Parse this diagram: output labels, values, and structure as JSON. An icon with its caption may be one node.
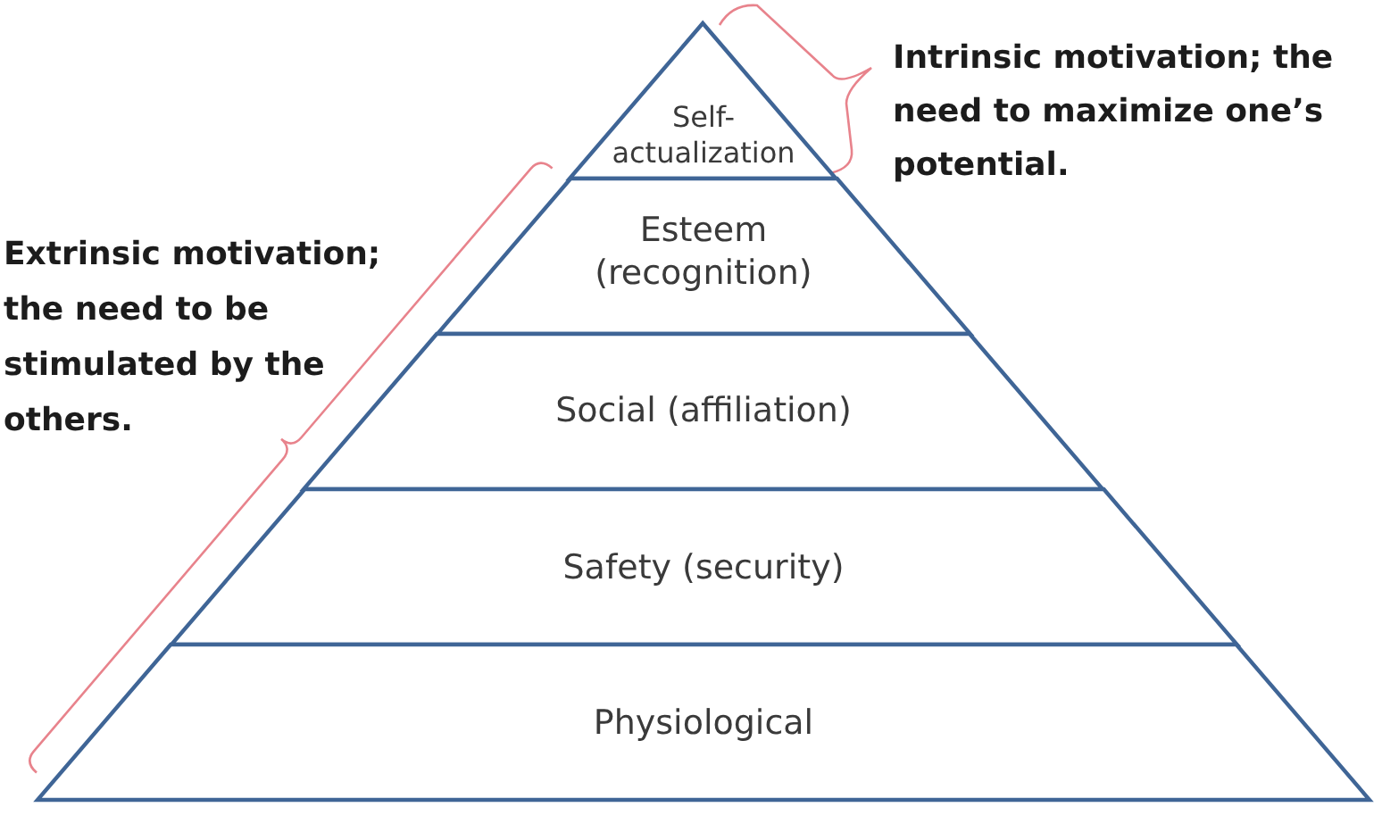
{
  "diagram": {
    "nodes": [
      {
        "text": [
          "Self-actualization"
        ]
      },
      {
        "text": [
          "Esteem (recognition)"
        ]
      },
      {
        "text": [
          "Social (affiliation)"
        ]
      },
      {
        "text": [
          "Safety (security)"
        ]
      },
      {
        "text": [
          "Physiological"
        ]
      }
    ],
    "labels": [
      "Intrinsic motivation; the need to maximize one’s potential.",
      "Extrinsic motivation; the need to be stimulated by the others."
    ]
  }
}
